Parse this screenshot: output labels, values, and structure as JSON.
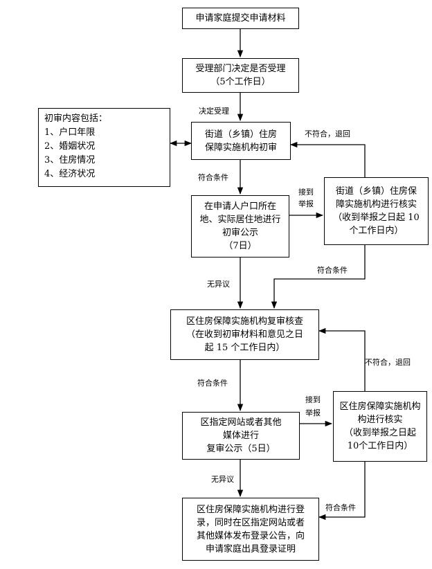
{
  "nodes": {
    "apply": [
      "申请家庭提交申请材料"
    ],
    "accept": [
      "受理部门决定是否受理",
      "（5个工作日）"
    ],
    "init_review": [
      "街道（乡镇）住房",
      "保障实施机构初审"
    ],
    "init_content": [
      "初审内容包括：",
      "1、户口年限",
      "2、婚姻状况",
      "3、住房情况",
      "4、经济状况"
    ],
    "init_publicity": [
      "在申请人户口所在",
      "地、实际居住地进行",
      "初审公示",
      "（7日）"
    ],
    "street_verify": [
      "街道（乡镇）住房保",
      "障实施机构进行核实",
      "（收到举报之日起 10",
      "个工作日内）"
    ],
    "district_review": [
      "区住房保障实施机构复审核查",
      "（在收到初审材料和意见之日",
      "起 15 个工作日内）"
    ],
    "district_publicity": [
      "区指定网站或者其他",
      "媒体进行",
      "复审公示（5日）"
    ],
    "district_verify": [
      "区住房保障实施机构",
      "构进行核实",
      "（收到举报之日起",
      "10个工作日内）"
    ],
    "register": [
      "区住房保障实施机构进行登",
      "录，同时在区指定网站或者",
      "其他媒体发布登录公告，向",
      "申请家庭出具登录证明"
    ]
  },
  "edge_labels": {
    "decide_accept": "决定受理",
    "not_match_1": "不符合，退回",
    "meet_1": "符合条件",
    "report_1a": "接到",
    "report_1b": "举报",
    "meet_2": "符合条件",
    "no_objection_1": "无异议",
    "meet_3": "符合条件",
    "not_match_2": "不符合，退回",
    "report_2a": "接到",
    "report_2b": "举报",
    "no_objection_2": "无异议",
    "meet_4": "符合条件"
  }
}
